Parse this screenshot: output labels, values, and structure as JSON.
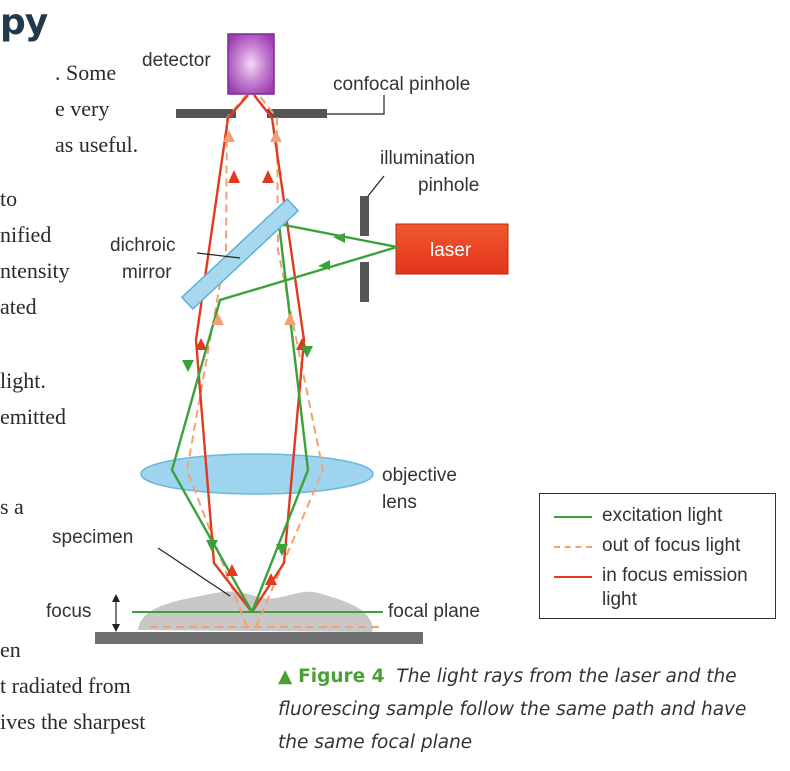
{
  "page": {
    "heading": "py",
    "body_lines": [
      ". Some",
      "e very",
      " as useful.",
      "to",
      "nified",
      "ntensity",
      "ated",
      " light.",
      "emitted",
      "s a",
      "en",
      "t radiated from",
      "ives the sharpest"
    ]
  },
  "diagram": {
    "labels": {
      "detector": "detector",
      "confocal_pinhole": "confocal pinhole",
      "illumination_pinhole_1": "illumination",
      "illumination_pinhole_2": "pinhole",
      "laser": "laser",
      "dichroic_1": "dichroic",
      "dichroic_2": "mirror",
      "objective_1": "objective",
      "objective_2": "lens",
      "specimen": "specimen",
      "focus": "focus",
      "focal_plane": "focal plane"
    },
    "colors": {
      "excitation": "#3aa23a",
      "out_of_focus": "#f2a272",
      "in_focus": "#e23a1e",
      "laser_fill": "#ee3a1f",
      "detector_fill": "#9b3fb0",
      "mirror_fill": "#a8d8f0",
      "lens_fill": "#9fd4ee",
      "pinhole": "#555555",
      "specimen": "#c8c8c8"
    }
  },
  "legend": {
    "items": [
      {
        "label": "excitation light",
        "style": "solid",
        "color": "#3aa23a"
      },
      {
        "label": "out of focus light",
        "style": "dashed",
        "color": "#f2a272"
      },
      {
        "label": "in focus emission light",
        "style": "solid",
        "color": "#e23a1e"
      }
    ]
  },
  "caption": {
    "triangle": "▲",
    "figure_label": "Figure 4",
    "text": "The light rays from the laser and the fluorescing sample follow the same path and have the same focal plane"
  }
}
